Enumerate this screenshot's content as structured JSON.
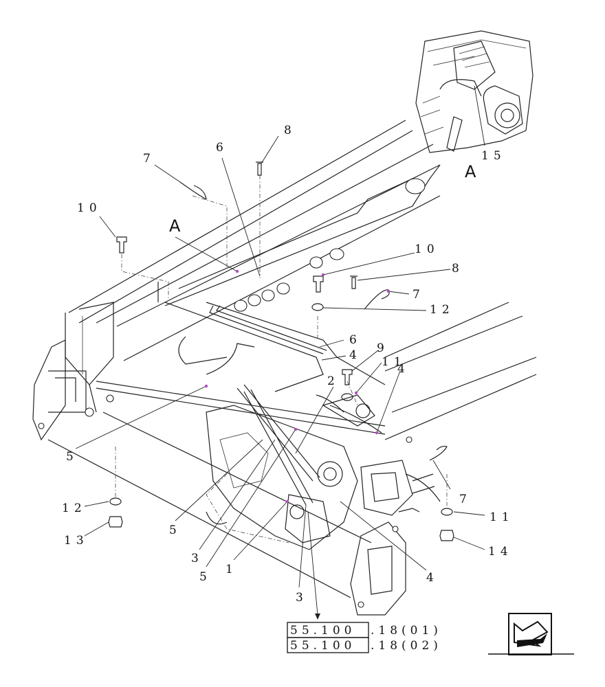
{
  "diagram": {
    "view_label": "A",
    "callouts": {
      "c1": "1",
      "c2": "2",
      "c3a": "3",
      "c3b": "3",
      "c4a": "4",
      "c4b": "4",
      "c4c": "4",
      "c5a": "5",
      "c5b": "5",
      "c5c": "5",
      "c6a": "6",
      "c6b": "6",
      "c7a": "7",
      "c7b": "7",
      "c7c": "7",
      "c8a": "8",
      "c8b": "8",
      "c9": "9",
      "c10a": "10",
      "c10b": "10",
      "c11a": "11",
      "c11b": "11",
      "c12a": "12",
      "c12b": "12",
      "c13": "13",
      "c14": "14",
      "c15": "15"
    },
    "references": [
      {
        "boxed": "55.100",
        "suffix": ".18(01)"
      },
      {
        "boxed": "55.100",
        "suffix": ".18(02)"
      }
    ]
  },
  "colors": {
    "ink": "#222222",
    "leader_tip": "#b24cc2",
    "background": "#ffffff"
  },
  "icons": {
    "nav": "arrow-back-icon"
  }
}
